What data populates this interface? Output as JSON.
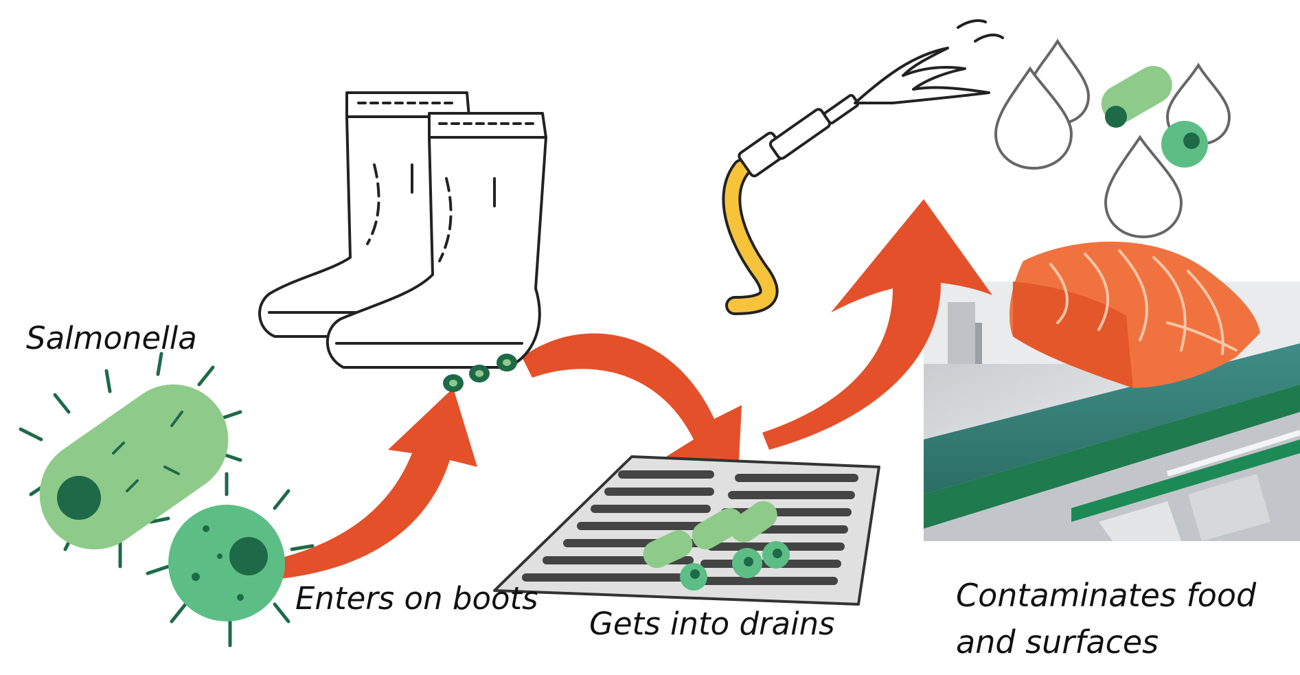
{
  "labels": {
    "salmonella": "Salmonella",
    "boots": "Enters on boots",
    "drains": "Gets into drains",
    "contaminates": "Contaminates food\nand surfaces"
  },
  "icons": [
    "salmonella-bacteria-icon",
    "rubber-boots-icon",
    "hose-spray-icon",
    "water-drops-icon",
    "drain-grate-icon",
    "salmon-fillet-icon",
    "conveyor-belt-photo"
  ],
  "colors": {
    "arrow": "#E4502A",
    "bacteria_light": "#8ECB8A",
    "bacteria_mid": "#5DBE85",
    "bacteria_dark": "#1E6A48",
    "hose": "#F7C33A",
    "salmon": "#F0733F"
  }
}
